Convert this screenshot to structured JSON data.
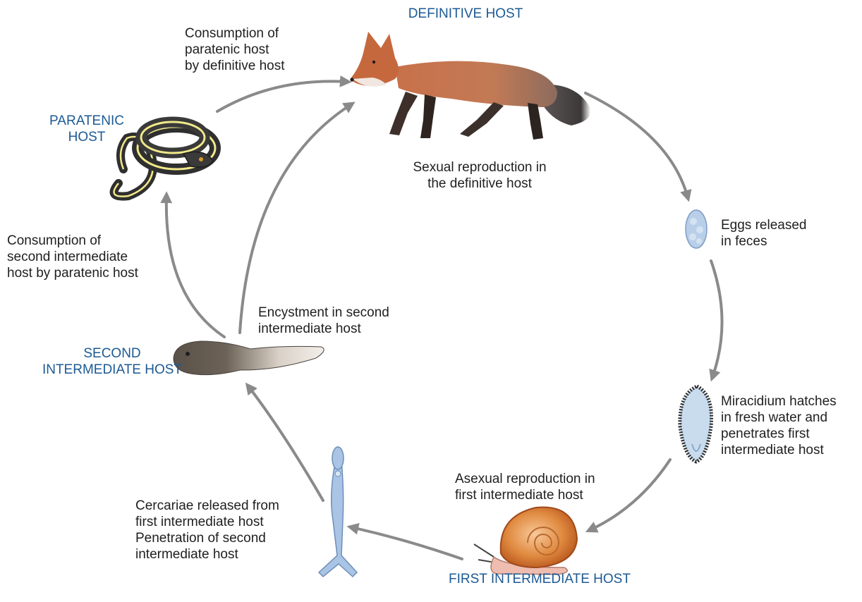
{
  "hosts": {
    "definitive": "DEFINITIVE HOST",
    "paratenic": "PARATENIC\nHOST",
    "second_intermediate": "SECOND\nINTERMEDIATE HOST",
    "first_intermediate": "FIRST INTERMEDIATE HOST"
  },
  "steps": {
    "consumption_paratenic": "Consumption of\nparatenic host\nby definitive host",
    "sexual_reproduction": "Sexual reproduction in\nthe definitive host",
    "eggs_released": "Eggs released\nin feces",
    "miracidium": "Miracidium hatches\nin fresh water and\npenetrates first\nintermediate host",
    "asexual_reproduction": "Asexual reproduction in\nfirst intermediate host",
    "cercariae": "Cercariae released from\nfirst intermediate host\nPenetration of second\nintermediate host",
    "encystment": "Encystment in second\nintermediate host",
    "consumption_second": "Consumption of\nsecond intermediate\nhost by paratenic host"
  },
  "colors": {
    "host_label": "#1c5a94",
    "arrow": "#8a8a8a",
    "text": "#1f1f1f"
  },
  "icons": [
    "fox-icon",
    "snake-icon",
    "egg-icon",
    "miracidium-icon",
    "snail-icon",
    "cercaria-icon",
    "tadpole-icon"
  ]
}
